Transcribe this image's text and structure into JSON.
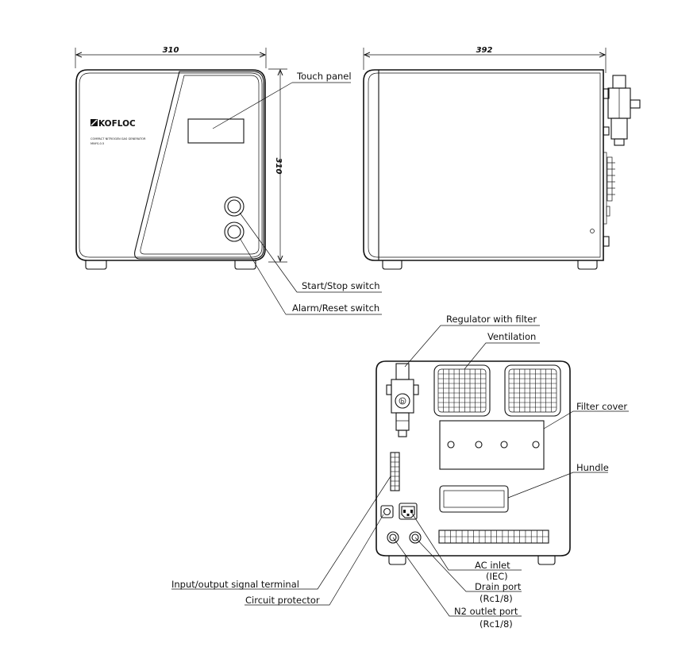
{
  "dimensions": {
    "front_width": "310",
    "front_height": "310",
    "side_depth": "392"
  },
  "brand": {
    "logo": "KOFLOC",
    "product_line1": "COMPACT NITROGEN GAS GENERATOR",
    "product_line2": "MNYS-0.5"
  },
  "labels": {
    "touch_panel": "Touch panel",
    "start_stop": "Start/Stop switch",
    "alarm_reset": "Alarm/Reset switch",
    "regulator": "Regulator with filter",
    "ventilation": "Ventilation",
    "filter_cover": "Filter cover",
    "hundle": "Hundle",
    "ac_inlet": "AC inlet",
    "ac_inlet_sub": "(IEC)",
    "io_terminal": "Input/output signal terminal",
    "circuit_protector": "Circuit protector",
    "drain_port": "Drain port",
    "drain_port_sub": "(Rc1/8)",
    "n2_outlet": "N2 outlet port",
    "n2_outlet_sub": "(Rc1/8)"
  }
}
